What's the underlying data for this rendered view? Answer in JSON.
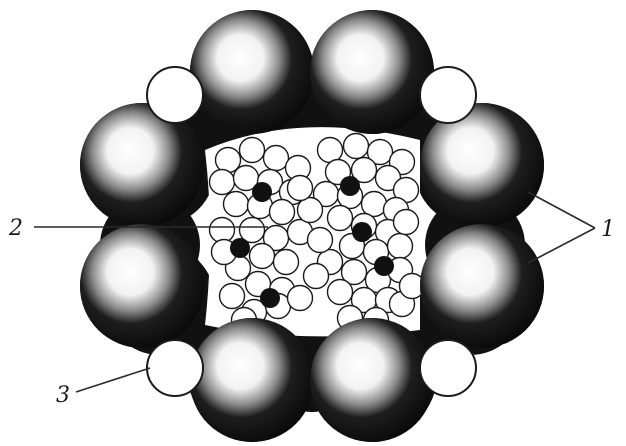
{
  "labels": {
    "one": "1",
    "two": "2",
    "three": "3"
  },
  "colors": {
    "large_sphere": "#111111",
    "highlight": "#ffffff",
    "small_sphere_fill": "#ffffff",
    "outline": "#1a1a1a",
    "leader_line": "#2a2a2a"
  }
}
